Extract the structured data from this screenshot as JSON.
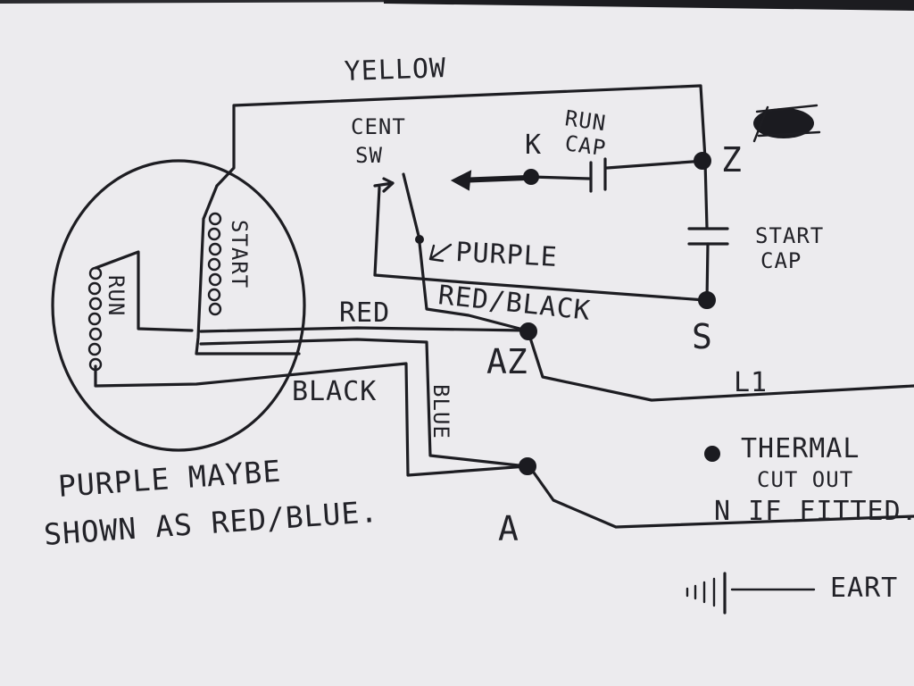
{
  "colors": {
    "paper": "#ecebee",
    "ink": "#1d1d22",
    "background": "#2a2a2e"
  },
  "diagram": {
    "wires": {
      "yellow": "YELLOW",
      "purple": "PURPLE",
      "red_black": "RED/BLACK",
      "red": "RED",
      "black": "BLACK",
      "blue": "BLUE",
      "l1": "L1"
    },
    "windings": {
      "start": "START",
      "run": "RUN"
    },
    "switch": {
      "line1": "CENT",
      "line2": "SW"
    },
    "capacitors": {
      "run_line1": "RUN",
      "run_line2": "CAP",
      "start_line1": "START",
      "start_line2": "CAP"
    },
    "terminals": {
      "k": "K",
      "z": "Z",
      "s": "S",
      "az": "AZ",
      "a": "A"
    },
    "thermal": {
      "line1": "THERMAL",
      "line2": "CUT OUT",
      "line3": "N IF FITTED."
    },
    "earth": "EART",
    "note": {
      "line1": "PURPLE MAYBE",
      "line2": "SHOWN AS RED/BLUE."
    }
  }
}
